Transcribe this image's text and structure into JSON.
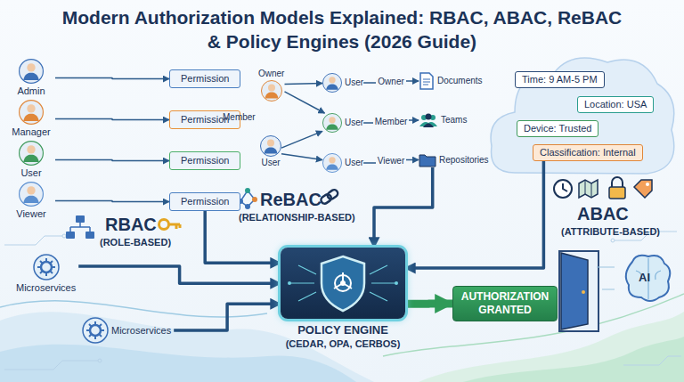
{
  "diagram": {
    "title": "Modern Authorization Models Explained: RBAC, ABAC, ReBAC & Policy Engines (2026 Guide)",
    "nodes": [
      {
        "text": [
          "Admin"
        ]
      },
      {
        "text": [
          "Manager"
        ]
      },
      {
        "text": [
          "User"
        ]
      },
      {
        "text": [
          "Viewer"
        ]
      },
      {
        "text": [
          "Permission"
        ]
      },
      {
        "text": [
          "Permission"
        ]
      },
      {
        "text": [
          "Permission"
        ]
      },
      {
        "text": [
          "Permission"
        ]
      },
      {
        "text": [
          "Owner"
        ]
      },
      {
        "text": [
          "User"
        ]
      },
      {
        "text": [
          "User"
        ]
      },
      {
        "text": [
          "User"
        ]
      },
      {
        "text": [
          "User"
        ]
      },
      {
        "text": [
          "Documents"
        ]
      },
      {
        "text": [
          "Teams"
        ]
      },
      {
        "text": [
          "Repositories"
        ]
      },
      {
        "text": [
          "Time: 9 AM-5 PM"
        ]
      },
      {
        "text": [
          "Location: USA"
        ]
      },
      {
        "text": [
          "Device: Trusted"
        ]
      },
      {
        "text": [
          "Classification: Internal"
        ]
      },
      {
        "text": [
          "Microservices"
        ]
      },
      {
        "text": [
          "Microservices"
        ]
      },
      {
        "text": [
          "POLICY ENGINE",
          "(CEDAR, OPA, CERBOS)"
        ]
      },
      {
        "text": [
          "AUTHORIZATION GRANTED"
        ]
      }
    ],
    "edges": [
      {
        "from": 0,
        "to": 4,
        "arrow": "to"
      },
      {
        "from": 1,
        "to": 5,
        "arrow": "to"
      },
      {
        "from": 2,
        "to": 6,
        "arrow": "to"
      },
      {
        "from": 3,
        "to": 7,
        "arrow": "to"
      },
      {
        "from": 8,
        "to": 10,
        "arrow": "to"
      },
      {
        "from": 8,
        "to": 11,
        "arrow": "to"
      },
      {
        "from": 9,
        "to": 11,
        "arrow": "to"
      },
      {
        "from": 9,
        "to": 12,
        "arrow": "to"
      },
      {
        "from": 10,
        "to": 13,
        "label": "Owner",
        "arrow": "to"
      },
      {
        "from": 11,
        "to": 14,
        "label": "Member",
        "arrow": "to"
      },
      {
        "from": 12,
        "to": 15,
        "label": "Viewer",
        "arrow": "to"
      },
      {
        "from": 7,
        "to": 22,
        "arrow": "to"
      },
      {
        "from": 20,
        "to": 22,
        "arrow": "to"
      },
      {
        "from": 21,
        "to": 22,
        "arrow": "to"
      },
      {
        "from": 15,
        "to": 22,
        "arrow": "to"
      },
      {
        "from": 19,
        "to": 22,
        "arrow": "to"
      },
      {
        "from": 22,
        "to": 23,
        "arrow": "to"
      }
    ],
    "labels": [
      "RBAC",
      "(ROLE-BASED)",
      "Member",
      "ReBAC",
      "(RELATIONSHIP-BASED)",
      "ABAC",
      "(ATTRIBUTE-BASED)",
      "AI"
    ]
  }
}
